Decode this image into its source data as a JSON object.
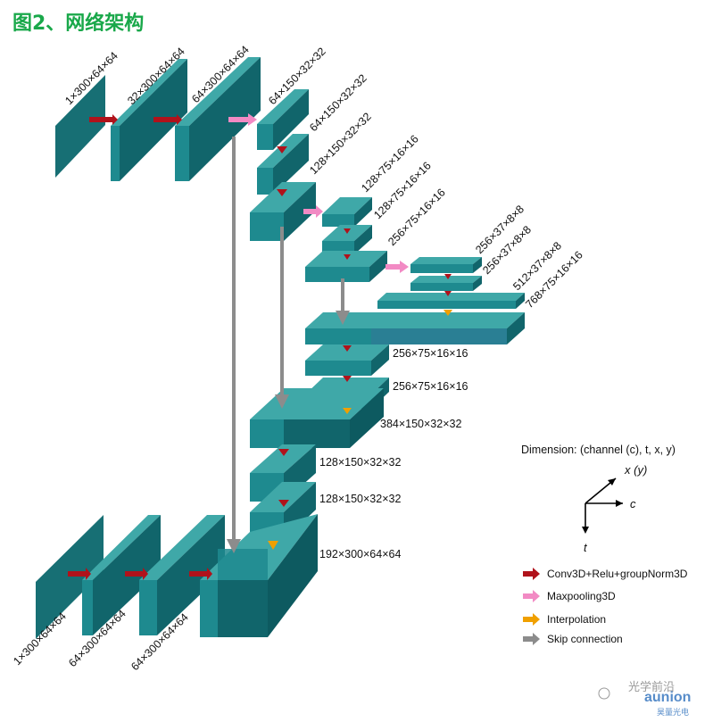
{
  "figure_title": "图2、网络架构",
  "encoder_labels": [
    "1×300×64×64",
    "32×300×64×64",
    "64×300×64×64",
    "64×150×32×32",
    "64×150×32×32",
    "128×150×32×32",
    "128×75×16×16",
    "128×75×16×16",
    "256×75×16×16",
    "256×37×8×8",
    "256×37×8×8",
    "512×37×8×8",
    "768×75×16×16"
  ],
  "decoder_labels": [
    "256×75×16×16",
    "256×75×16×16",
    "384×150×32×32",
    "128×150×32×32",
    "128×150×32×32",
    "192×300×64×64"
  ],
  "bottom_labels": [
    "1×300×64×64",
    "64×300×64×64",
    "64×300×64×64"
  ],
  "dimension": {
    "title": "Dimension: (channel (c), t, x, y)",
    "axis_xy": "x (y)",
    "axis_c": "c",
    "axis_t": "t"
  },
  "legend": [
    {
      "label": "Conv3D+Relu+groupNorm3D",
      "color": "#b0121b",
      "icon": "red-arrow-icon"
    },
    {
      "label": "Maxpooling3D",
      "color": "#f28ac4",
      "icon": "pink-arrow-icon"
    },
    {
      "label": "Interpolation",
      "color": "#f0a000",
      "icon": "orange-arrow-icon"
    },
    {
      "label": "Skip connection",
      "color": "#8c8c8c",
      "icon": "gray-arrow-icon"
    }
  ],
  "watermark": {
    "text": "光学前沿",
    "brand": "aunion",
    "brand_sub": "昊量光电"
  },
  "colors": {
    "block_front": "#1e8a8f",
    "block_top": "#3fa8a8",
    "block_side": "#11656b",
    "conv_arrow": "#b0121b",
    "pool_arrow": "#f28ac4",
    "interp_arrow": "#f0a000",
    "skip_arrow": "#8c8c8c"
  }
}
